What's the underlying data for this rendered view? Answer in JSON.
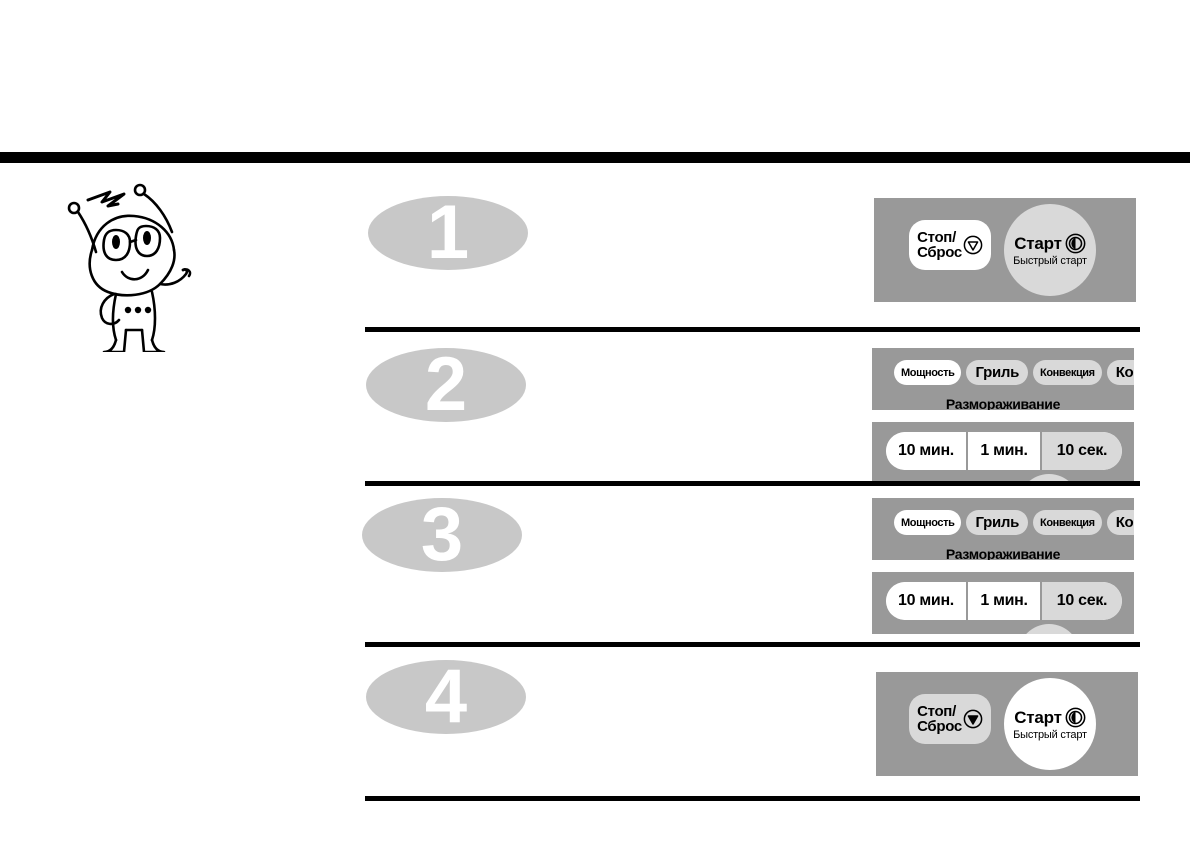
{
  "page": {
    "kind": "microwave-manual-step-page",
    "background": "#ffffff",
    "rule_color": "#000000",
    "panel_bg": "#999999",
    "button_light": "#d9d9d9",
    "button_white": "#ffffff",
    "badge_gray": "#c8c8c8"
  },
  "mascot": {
    "name": "robot-chef-mascot",
    "description": "cartoon character with antennae and goggles"
  },
  "controls": {
    "stop_line1": "Стоп/",
    "stop_line2": "Сброс",
    "start_main": "Старт",
    "start_sub": "Быстрый старт",
    "mode_caption": "Размораживание",
    "modes": [
      {
        "label": "Мощность",
        "size": "sm",
        "active": true
      },
      {
        "label": "Гриль",
        "size": "lg",
        "active": false
      },
      {
        "label": "Конвекция",
        "size": "sm",
        "active": false
      },
      {
        "label": "Комби",
        "size": "lg",
        "active": false
      }
    ],
    "times": [
      {
        "label": "10 мин.",
        "active": false
      },
      {
        "label": "1 мин.",
        "active": false
      },
      {
        "label": "10 сек.",
        "active": true
      }
    ]
  },
  "steps": [
    {
      "number": "1",
      "panel": "start-stop"
    },
    {
      "number": "2",
      "panel": "modes-times"
    },
    {
      "number": "3",
      "panel": "modes-times"
    },
    {
      "number": "4",
      "panel": "start-stop"
    }
  ]
}
